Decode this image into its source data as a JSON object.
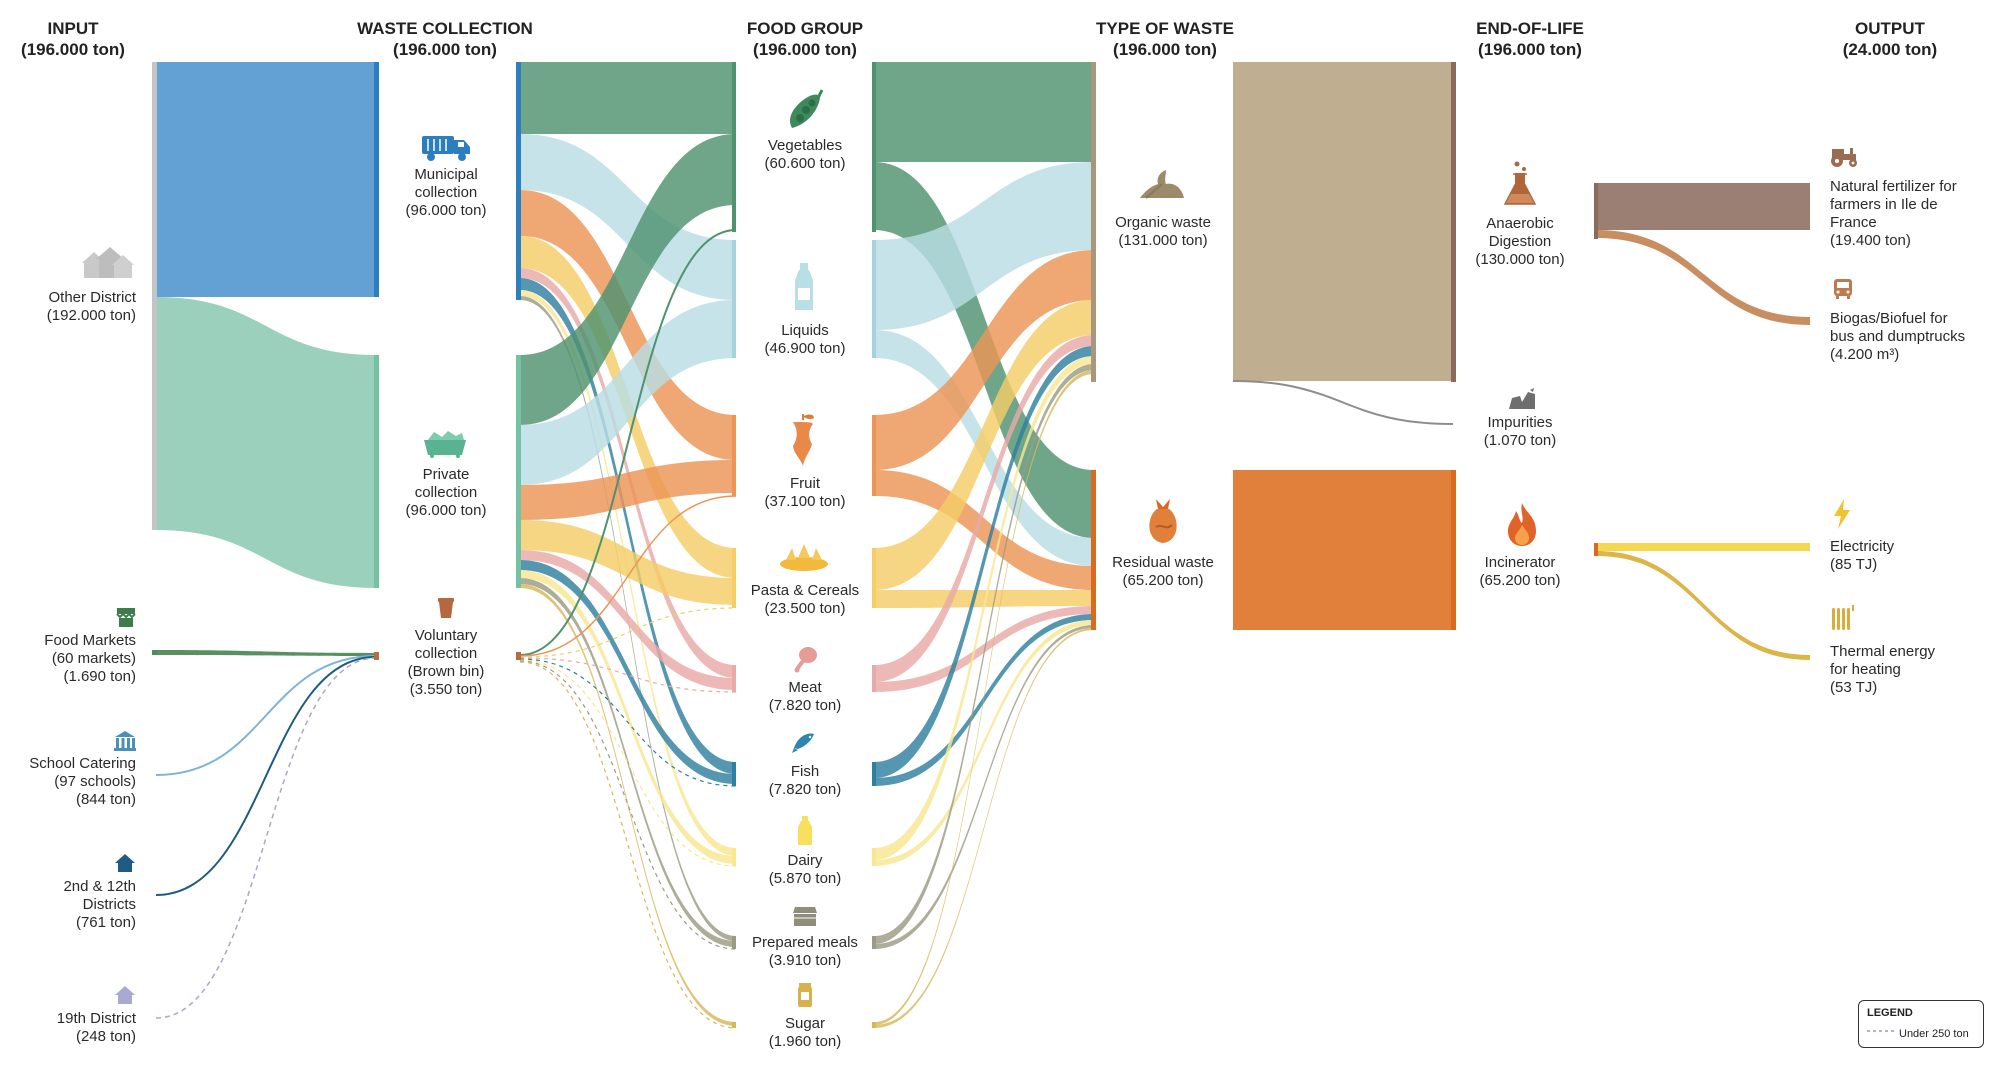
{
  "columns": {
    "input": {
      "title": "INPUT",
      "total": "(196.000 ton)"
    },
    "collection": {
      "title": "WASTE COLLECTION",
      "total": "(196.000 ton)"
    },
    "food": {
      "title": "FOOD GROUP",
      "total": "(196.000 ton)"
    },
    "waste": {
      "title": "TYPE OF WASTE",
      "total": "(196.000 ton)"
    },
    "eol": {
      "title": "END-OF-LIFE",
      "total": "(196.000 ton)"
    },
    "output": {
      "title": "OUTPUT",
      "total": "(24.000 ton)"
    }
  },
  "inputs": {
    "other": {
      "name": "Other District",
      "value": "(192.000 ton)"
    },
    "markets": {
      "name": "Food Markets",
      "detail": "(60 markets)",
      "value": "(1.690 ton)"
    },
    "school": {
      "name": "School Catering",
      "detail": "(97 schools)",
      "value": "(844 ton)"
    },
    "district212": {
      "name": "2nd & 12th",
      "detail": "Districts",
      "value": "(761 ton)"
    },
    "district19": {
      "name": "19th District",
      "value": "(248 ton)"
    }
  },
  "collections": {
    "municipal": {
      "name": "Municipal",
      "detail": "collection",
      "value": "(96.000 ton)"
    },
    "private": {
      "name": "Private",
      "detail": "collection",
      "value": "(96.000 ton)"
    },
    "voluntary": {
      "name": "Voluntary",
      "detail": "collection",
      "detail2": "(Brown bin)",
      "value": "(3.550 ton)"
    }
  },
  "foods": {
    "vegetables": {
      "name": "Vegetables",
      "value": "(60.600 ton)"
    },
    "liquids": {
      "name": "Liquids",
      "value": "(46.900 ton)"
    },
    "fruit": {
      "name": "Fruit",
      "value": "(37.100 ton)"
    },
    "pasta": {
      "name": "Pasta & Cereals",
      "value": "(23.500 ton)"
    },
    "meat": {
      "name": "Meat",
      "value": "(7.820 ton)"
    },
    "fish": {
      "name": "Fish",
      "value": "(7.820 ton)"
    },
    "dairy": {
      "name": "Dairy",
      "value": "(5.870 ton)"
    },
    "prepared": {
      "name": "Prepared meals",
      "value": "(3.910 ton)"
    },
    "sugar": {
      "name": "Sugar",
      "value": "(1.960 ton)"
    }
  },
  "wastes": {
    "organic": {
      "name": "Organic waste",
      "value": "(131.000 ton)"
    },
    "residual": {
      "name": "Residual waste",
      "value": "(65.200 ton)"
    }
  },
  "eols": {
    "anaerobic": {
      "name": "Anaerobic",
      "detail": "Digestion",
      "value": "(130.000 ton)"
    },
    "impurities": {
      "name": "Impurities",
      "value": "(1.070 ton)"
    },
    "incinerator": {
      "name": "Incinerator",
      "value": "(65.200 ton)"
    }
  },
  "outputs": {
    "fertilizer": {
      "l1": "Natural fertilizer for",
      "l2": "farmers in Ile de",
      "l3": "France",
      "value": "(19.400 ton)"
    },
    "biogas": {
      "l1": "Biogas/Biofuel for",
      "l2": "bus and dumptrucks",
      "value": "(4.200 m³)"
    },
    "electricity": {
      "name": "Electricity",
      "value": "(85 TJ)"
    },
    "thermal": {
      "l1": "Thermal energy",
      "l2": "for heating",
      "value": "(53 TJ)"
    }
  },
  "legend": {
    "title": "LEGEND",
    "item": "Under 250 ton"
  },
  "colors": {
    "other": "#5b9bd1",
    "private_in": "#96cdb8",
    "markets": "#4f8a5a",
    "school": "#7fb4d6",
    "district212": "#1e5b80",
    "district19": "#a8a8d0",
    "vegetables": "#4f9270",
    "liquids": "#b9dde4",
    "fruit": "#ec9556",
    "pasta": "#f4cd66",
    "meat": "#e8aaa7",
    "fish": "#2f7f9f",
    "dairy": "#f8e690",
    "prepared": "#9b9b84",
    "sugar": "#d6b85a",
    "organic": "#bfae8f",
    "residual": "#e0803a",
    "fertilizer": "#9a7f72",
    "biogas": "#c98d62",
    "electricity": "#f6d752",
    "thermal": "#dcb548",
    "impurities": "#888888"
  }
}
